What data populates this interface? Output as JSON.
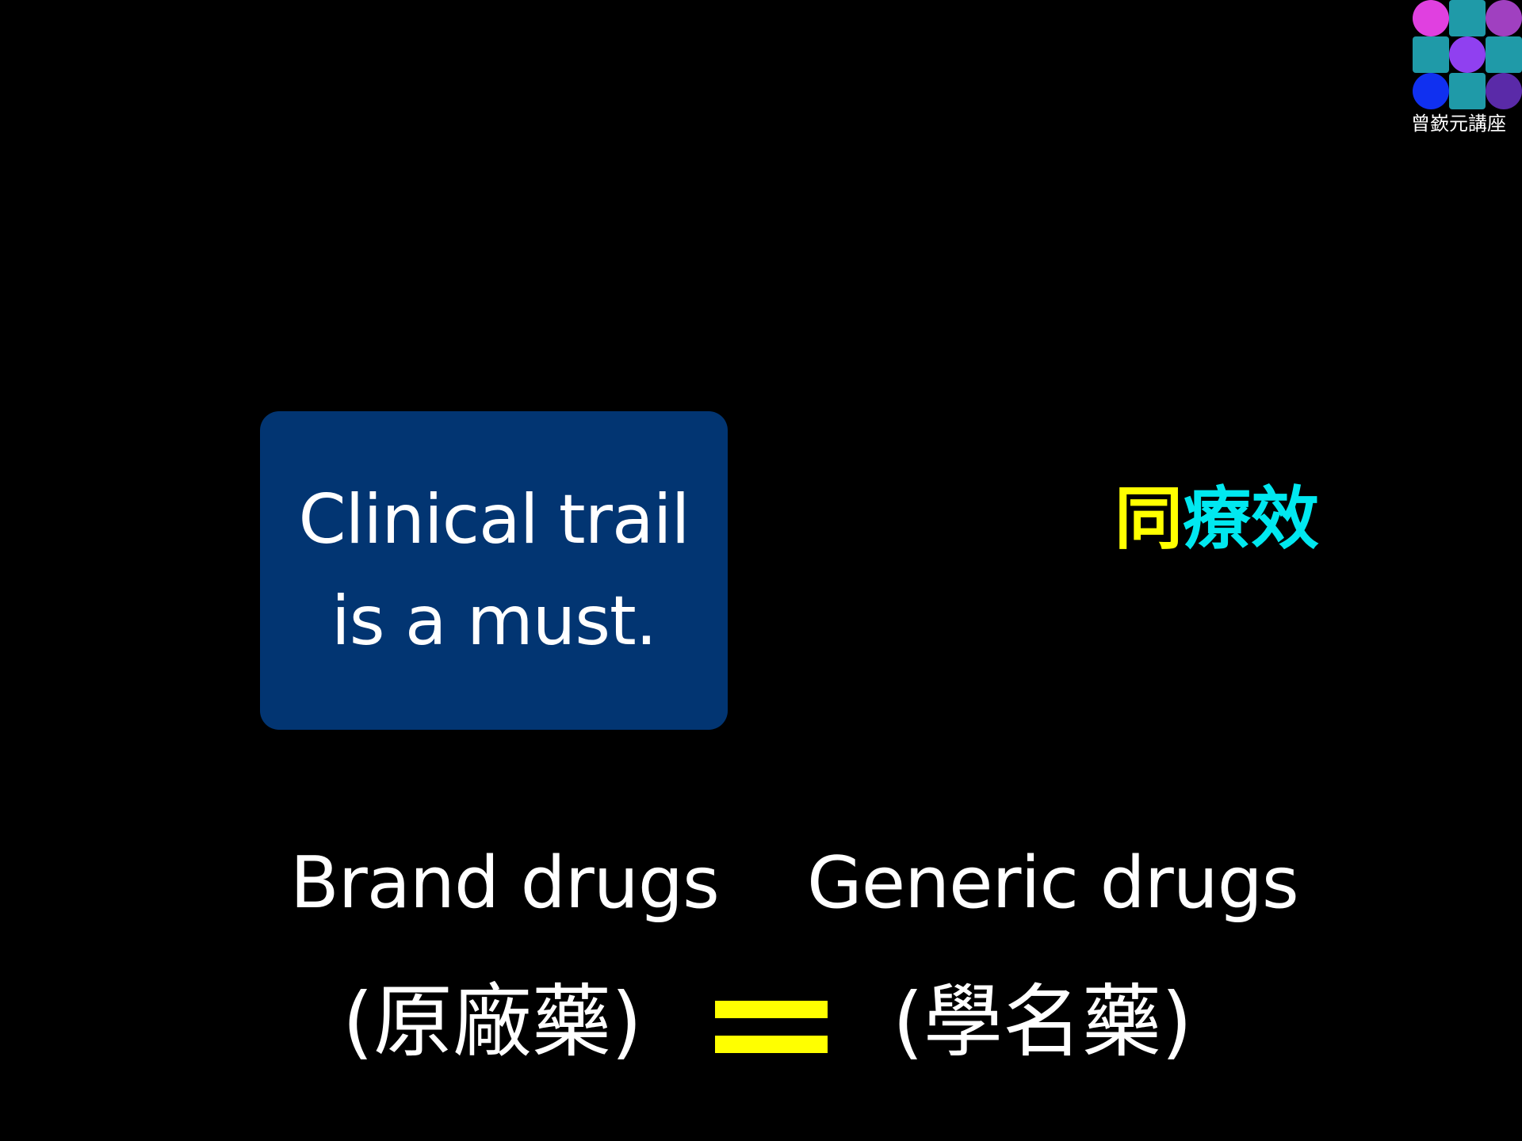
{
  "logo": {
    "caption": "曾嶔元講座",
    "cells": [
      {
        "shape": "circle",
        "color": "#e040e0"
      },
      {
        "shape": "square",
        "color": "#1f9aa8"
      },
      {
        "shape": "circle",
        "color": "#a040c0"
      },
      {
        "shape": "square",
        "color": "#1f9aa8"
      },
      {
        "shape": "circle",
        "color": "#9040f0"
      },
      {
        "shape": "square",
        "color": "#1f9aa8"
      },
      {
        "shape": "circle",
        "color": "#1030f0"
      },
      {
        "shape": "square",
        "color": "#1f9aa8"
      },
      {
        "shape": "circle",
        "color": "#5a2aa8"
      }
    ]
  },
  "clinical": {
    "text": "Clinical trail\nis a must.",
    "box_color": "#023572"
  },
  "efficacy": {
    "part1": "同",
    "part1_color": "#ffff00",
    "part2": "療效",
    "part2_color": "#00e8f0"
  },
  "brand": {
    "en": "Brand drugs",
    "zh": "(原廠藥)"
  },
  "generic": {
    "en": "Generic drugs",
    "zh": "(學名藥)"
  },
  "equals_color": "#ffff00"
}
